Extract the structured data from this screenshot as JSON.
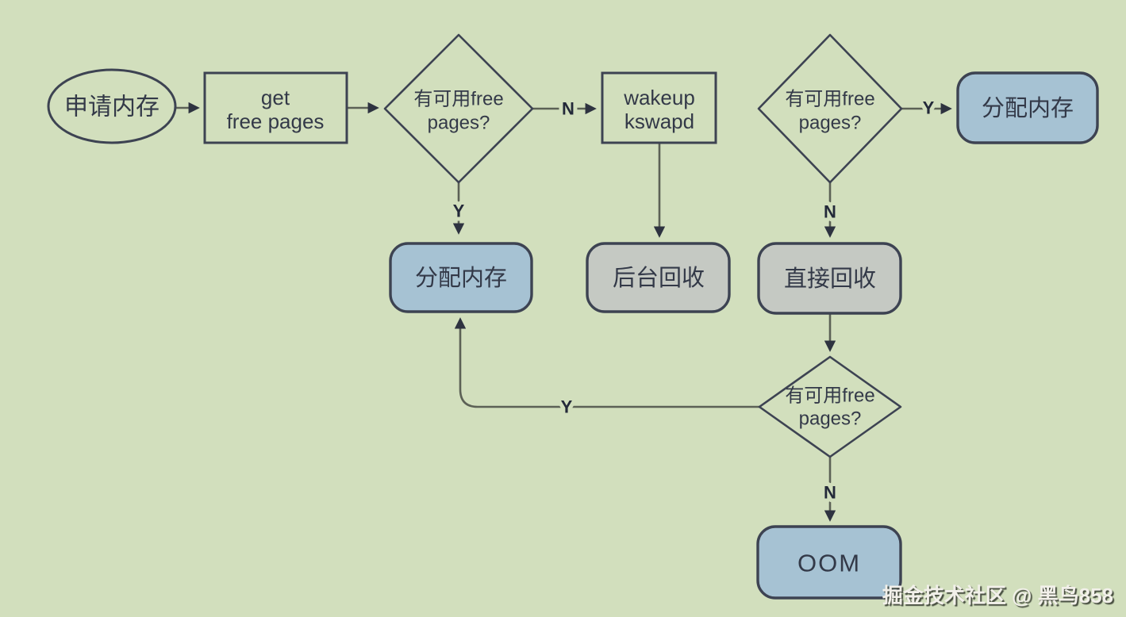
{
  "title": "Linux memory allocation flowchart",
  "colors": {
    "background": "#d2dfbd",
    "node_border": "#3d4352",
    "connector": "#5c6156",
    "arrowhead": "#2e3340",
    "allocate_fill_blue": "#a6c2d3",
    "reclaim_fill_gray": "#c5c9c3",
    "node_text": "#333948",
    "edge_label_text": "#232939",
    "watermark_text": "#f2f0ea"
  },
  "nodes": {
    "start": {
      "label": "申请内存"
    },
    "get_free_pages": {
      "line1": "get",
      "line2": "free pages"
    },
    "check1": {
      "line1": "有可用free",
      "line2": "pages?"
    },
    "wakeup_kswapd": {
      "line1": "wakeup",
      "line2": "kswapd"
    },
    "check2": {
      "line1": "有可用free",
      "line2": "pages?"
    },
    "allocate_top": {
      "label": "分配内存"
    },
    "allocate_mid": {
      "label": "分配内存"
    },
    "background_reclaim": {
      "label": "后台回收"
    },
    "direct_reclaim": {
      "label": "直接回收"
    },
    "check3": {
      "line1": "有可用free",
      "line2": "pages?"
    },
    "oom": {
      "label": "OOM"
    }
  },
  "edges": {
    "check1_no": {
      "label": "N"
    },
    "check1_yes": {
      "label": "Y"
    },
    "check2_yes": {
      "label": "Y"
    },
    "check2_no": {
      "label": "N"
    },
    "check3_yes": {
      "label": "Y"
    },
    "check3_no": {
      "label": "N"
    }
  },
  "watermark": {
    "text": "掘金技术社区 @ 黑鸟858"
  }
}
